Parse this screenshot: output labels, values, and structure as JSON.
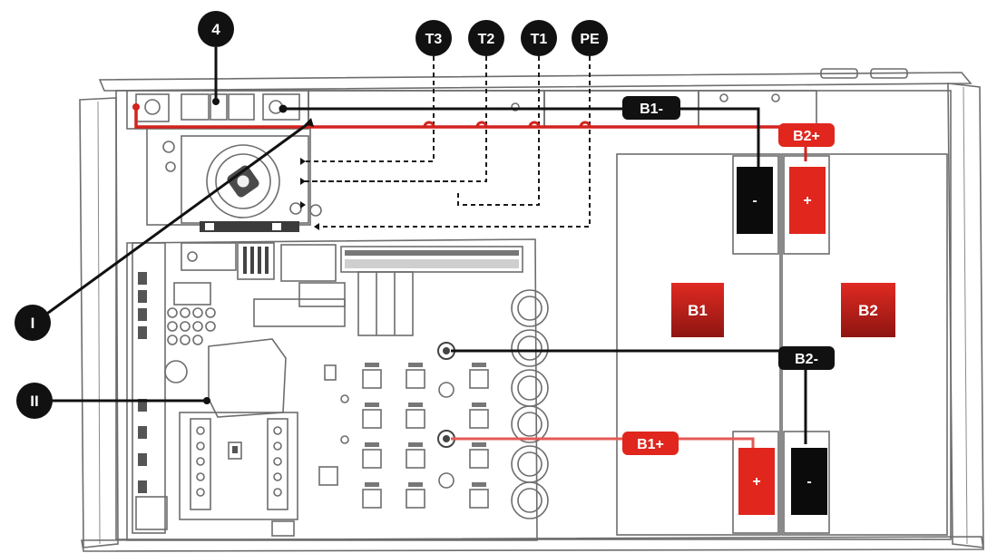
{
  "callouts": {
    "four": "4",
    "t3": "T3",
    "t2": "T2",
    "t1": "T1",
    "pe": "PE",
    "one": "I",
    "two": "II"
  },
  "wire_labels": {
    "b1_minus": "B1-",
    "b2_plus": "B2+",
    "b2_minus": "B2-",
    "b1_plus": "B1+"
  },
  "batteries": {
    "b1": "B1",
    "b2": "B2"
  },
  "terminals": {
    "minus": "-",
    "plus": "+"
  },
  "colors": {
    "callout_fill": "#111111",
    "negative_wire": "#111111",
    "positive_wire": "#d2231e",
    "positive_label": "#e0261d",
    "battery_block": "#b5201b",
    "hardware_outline": "#6d6d6d",
    "panel_fill": "#f2f2f2"
  }
}
